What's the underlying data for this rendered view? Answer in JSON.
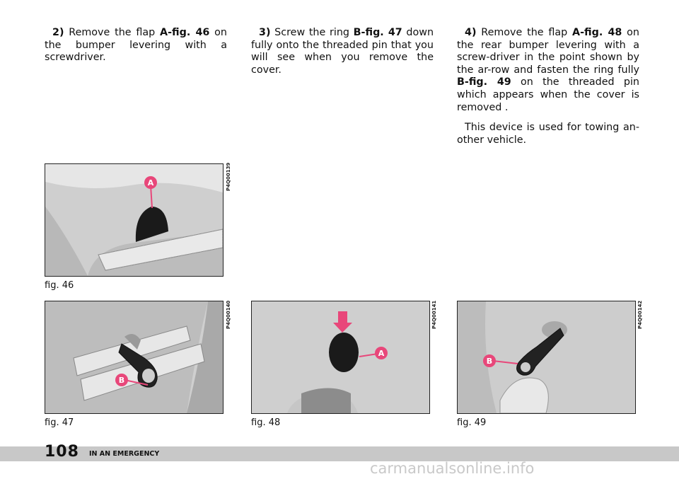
{
  "columns": {
    "col1": {
      "step": "2)",
      "t1": " Remove the flap ",
      "ref": "A-fig. 46",
      "t2": " on the bumper levering with a screwdriver."
    },
    "col2": {
      "step": "3)",
      "t1": " Screw the ring ",
      "ref": "B-fig. 47",
      "t2": " down fully onto the threaded pin that you will see when you remove the cover."
    },
    "col3": {
      "step": "4)",
      "t1": " Remove the flap ",
      "ref1": "A-fig. 48",
      "t2": " on the rear bumper levering with a screw-driver in the point shown by the ar-row and fasten the ring fully ",
      "ref2": "B-fig. 49",
      "t3": " on the threaded pin which appears when the cover is removed .",
      "para2": "This device is used for towing an-other vehicle."
    }
  },
  "figures": {
    "fig46": {
      "caption": "fig. 46",
      "code": "P4Q00139",
      "label": "A"
    },
    "fig47": {
      "caption": "fig. 47",
      "code": "P4Q00140",
      "label": "B"
    },
    "fig48": {
      "caption": "fig. 48",
      "code": "P4Q00141",
      "label": "A"
    },
    "fig49": {
      "caption": "fig. 49",
      "code": "P4Q00142",
      "label": "B"
    }
  },
  "colors": {
    "callout": "#e8477a",
    "photo_bg": "#d6d6d6",
    "footer": "#c8c8c8"
  },
  "footer": {
    "page_number": "108",
    "section": "IN AN EMERGENCY"
  },
  "watermark": "carmanualsonline.info"
}
